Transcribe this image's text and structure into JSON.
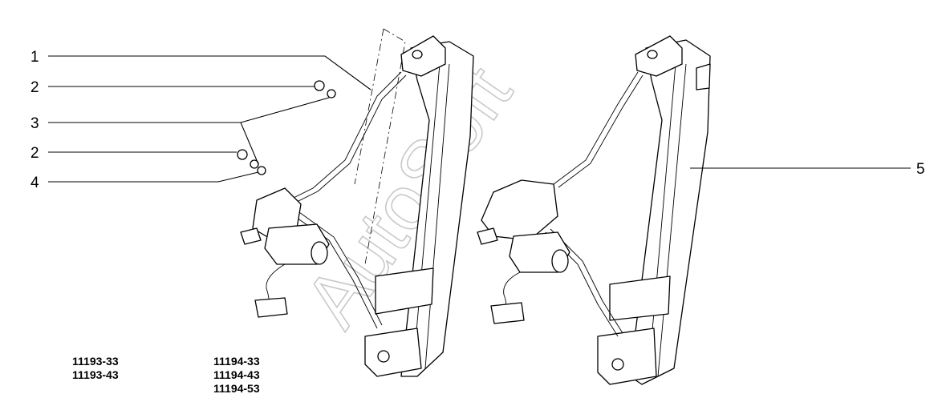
{
  "callouts": [
    {
      "id": "c1",
      "label": "1"
    },
    {
      "id": "c2a",
      "label": "2"
    },
    {
      "id": "c3",
      "label": "3"
    },
    {
      "id": "c2b",
      "label": "2"
    },
    {
      "id": "c4",
      "label": "4"
    },
    {
      "id": "c5",
      "label": "5"
    }
  ],
  "model_codes": {
    "left": [
      "11193-33",
      "11193-43"
    ],
    "right": [
      "11194-33",
      "11194-43",
      "11194-53"
    ]
  },
  "watermark": "AutoSoft"
}
